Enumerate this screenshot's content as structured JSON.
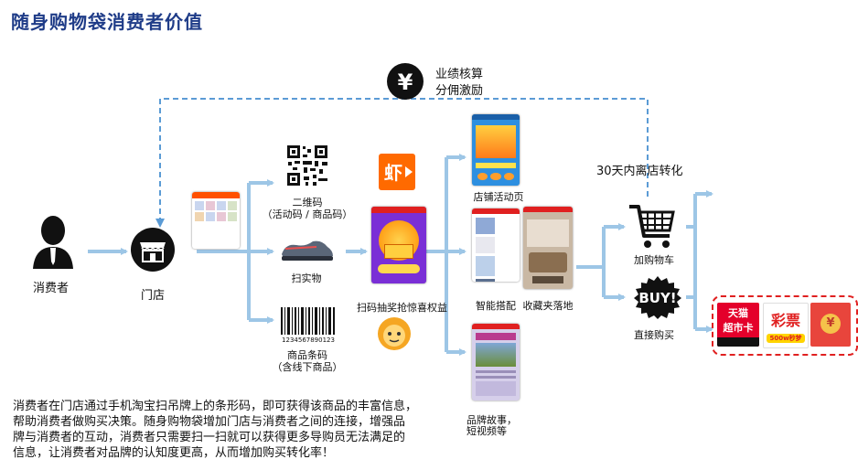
{
  "title": "随身购物袋消费者价值",
  "reward": {
    "line1": "业绩核算",
    "line2": "分佣激励",
    "icon": "yen-icon"
  },
  "nodes": {
    "consumer": "消费者",
    "store": "门店",
    "qr_line1": "二维码",
    "qr_line2": "（活动码 / 商品码）",
    "real_item": "扫实物",
    "barcode_line1": "商品条码",
    "barcode_line2": "（含线下商品）",
    "barcode_digits": "1234567890123",
    "scan_rights": "扫码抽奖抢惊喜权益",
    "store_activity": "店铺活动页",
    "smart_match": "智能搭配",
    "favorites": "收藏夹落地",
    "brand_story_line1": "品牌故事，",
    "brand_story_line2": "短视频等",
    "conversion": "30天内离店转化",
    "add_cart": "加购物车",
    "direct_buy": "直接购买",
    "buy_badge": "BUY!"
  },
  "rewards_box": {
    "tmall_line1": "天猫",
    "tmall_line2": "超市卡",
    "lottery": "彩票",
    "lottery_sub": "500w秒梦",
    "redpacket": "¥"
  },
  "description": [
    "消费者在门店通过手机淘宝扫吊牌上的条形码，即可获得该商品的丰富信息，",
    "帮助消费者做购买决策。随身购物袋增加门店与消费者之间的连接，增强品",
    "牌与消费者的互动，消费者只需要扫一扫就可以获得更多导购员无法满足的",
    "信息，让消费者对品牌的认知度更高，从而增加购买转化率！"
  ],
  "colors": {
    "arrow": "#9dc6e6",
    "dashed": "#5b9bd5",
    "title": "#1f3c88",
    "accent_red": "#e02020",
    "tmall_red": "#e4002b",
    "xia_orange": "#ff6a00"
  }
}
